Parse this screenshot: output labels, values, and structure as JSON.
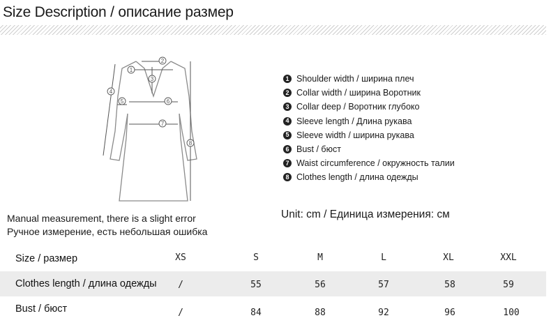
{
  "title": "Size Description / описание размер",
  "legend": [
    {
      "num": "1",
      "text": "Shoulder width / ширина плеч"
    },
    {
      "num": "2",
      "text": "Collar width / ширина Воротник"
    },
    {
      "num": "3",
      "text": "Collar deep / Воротник глубоко"
    },
    {
      "num": "4",
      "text": "Sleeve length / Длина рукава"
    },
    {
      "num": "5",
      "text": "Sleeve width / ширина рукава"
    },
    {
      "num": "6",
      "text": "Bust / бюст"
    },
    {
      "num": "7",
      "text": "Waist circumference / окружность талии"
    },
    {
      "num": "8",
      "text": "Clothes length / длина одежды"
    }
  ],
  "note": {
    "line1": "Manual measurement, there is a slight error",
    "line2": "Ручное измерение, есть небольшая ошибка"
  },
  "unit": "Unit: cm / Единица измерения: см",
  "table": {
    "header": {
      "label": "Size / размер",
      "values": [
        "XS",
        "S",
        "M",
        "L",
        "XL",
        "XXL"
      ]
    },
    "rows": [
      {
        "label": "Clothes length / длина одежды",
        "values": [
          "/",
          "55",
          "56",
          "57",
          "58",
          "59"
        ]
      },
      {
        "label": "Bust / бюст",
        "values": [
          "/",
          "84",
          "88",
          "92",
          "96",
          "100"
        ]
      }
    ]
  }
}
